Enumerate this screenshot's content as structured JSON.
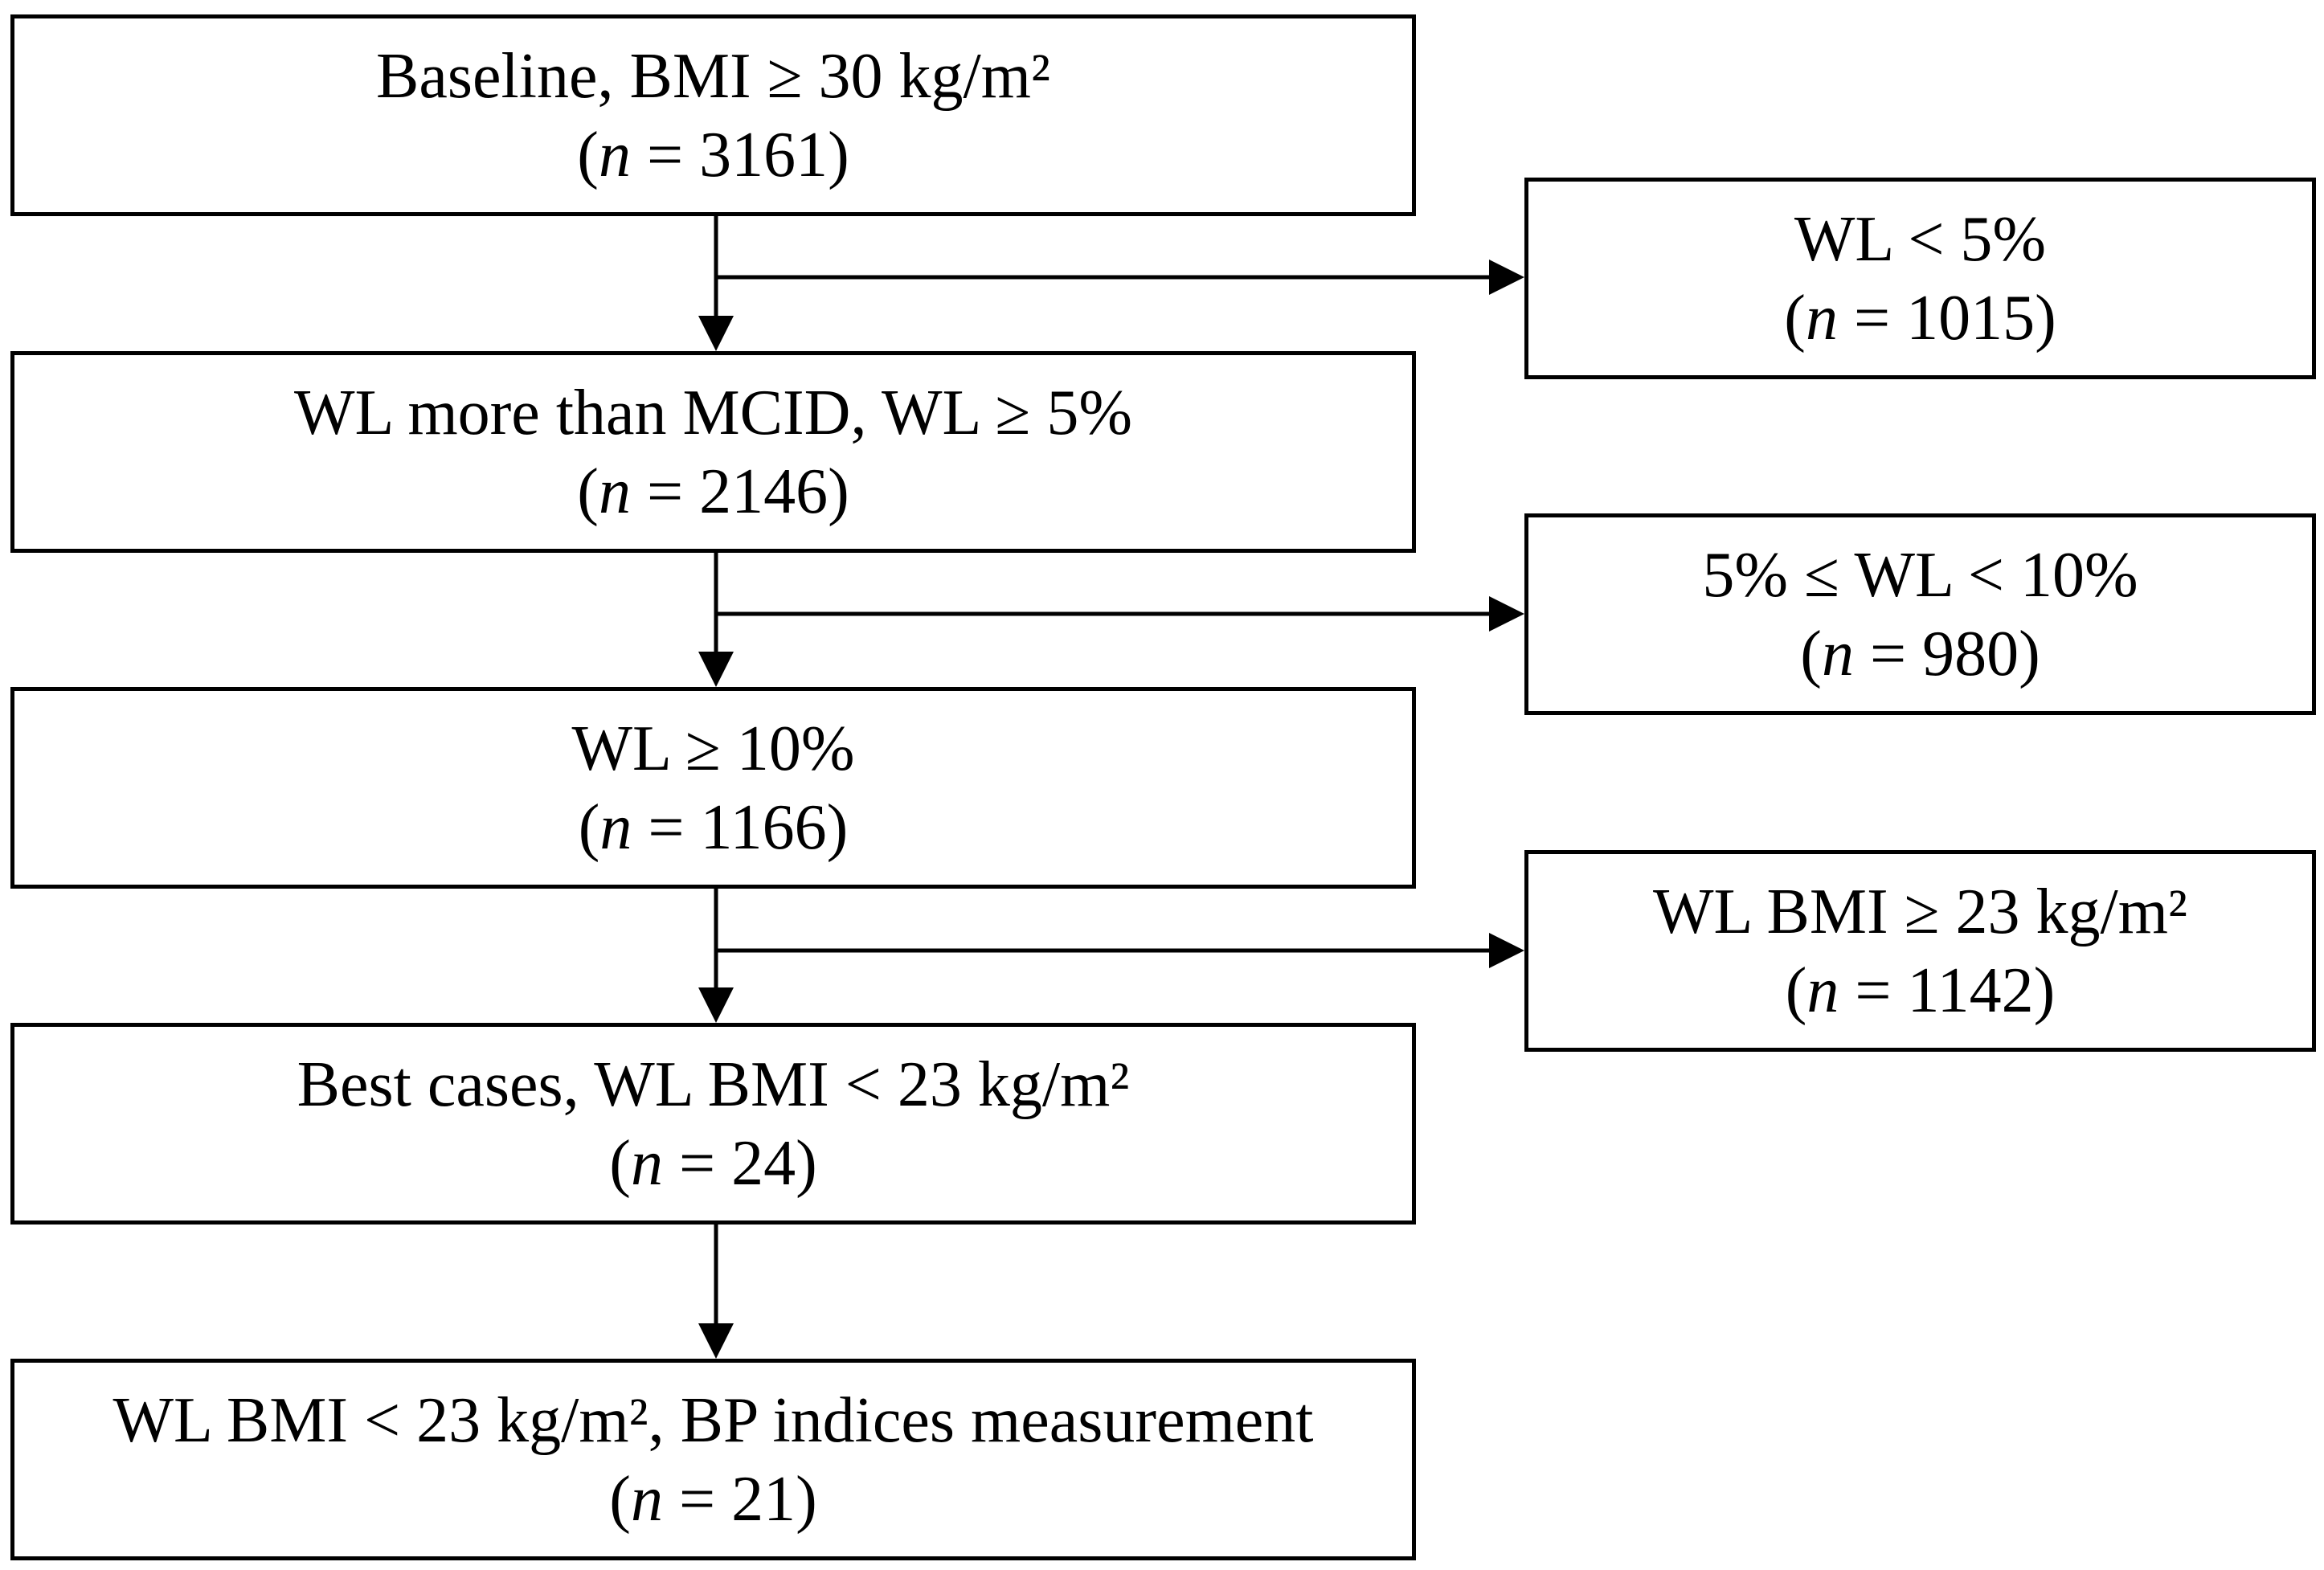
{
  "diagram": {
    "nodes": [
      {
        "id": "baseline",
        "label": "Baseline, BMI ≥ 30 kg/m²",
        "n_symbol": "n",
        "n_value": "3161"
      },
      {
        "id": "wl5plus",
        "label": "WL more than MCID, WL ≥ 5%",
        "n_symbol": "n",
        "n_value": "2146"
      },
      {
        "id": "wl10plus",
        "label": "WL ≥ 10%",
        "n_symbol": "n",
        "n_value": "1166"
      },
      {
        "id": "best",
        "label": "Best cases, WL BMI < 23 kg/m²",
        "n_symbol": "n",
        "n_value": "24"
      },
      {
        "id": "bp",
        "label": "WL BMI < 23 kg/m², BP indices measurement",
        "n_symbol": "n",
        "n_value": "21"
      },
      {
        "id": "wl_lt5",
        "label": "WL < 5%",
        "n_symbol": "n",
        "n_value": "1015"
      },
      {
        "id": "wl5to10",
        "label": "5% ≤ WL < 10%",
        "n_symbol": "n",
        "n_value": "980"
      },
      {
        "id": "bmi23plus",
        "label": "WL BMI ≥ 23 kg/m²",
        "n_symbol": "n",
        "n_value": "1142"
      }
    ],
    "edges": [
      {
        "from": "baseline",
        "to": "wl5plus"
      },
      {
        "from": "baseline",
        "to": "wl_lt5"
      },
      {
        "from": "wl5plus",
        "to": "wl10plus"
      },
      {
        "from": "wl5plus",
        "to": "wl5to10"
      },
      {
        "from": "wl10plus",
        "to": "best"
      },
      {
        "from": "wl10plus",
        "to": "bmi23plus"
      },
      {
        "from": "best",
        "to": "bp"
      }
    ],
    "colors": {
      "stroke": "#000000",
      "background": "#ffffff"
    }
  }
}
